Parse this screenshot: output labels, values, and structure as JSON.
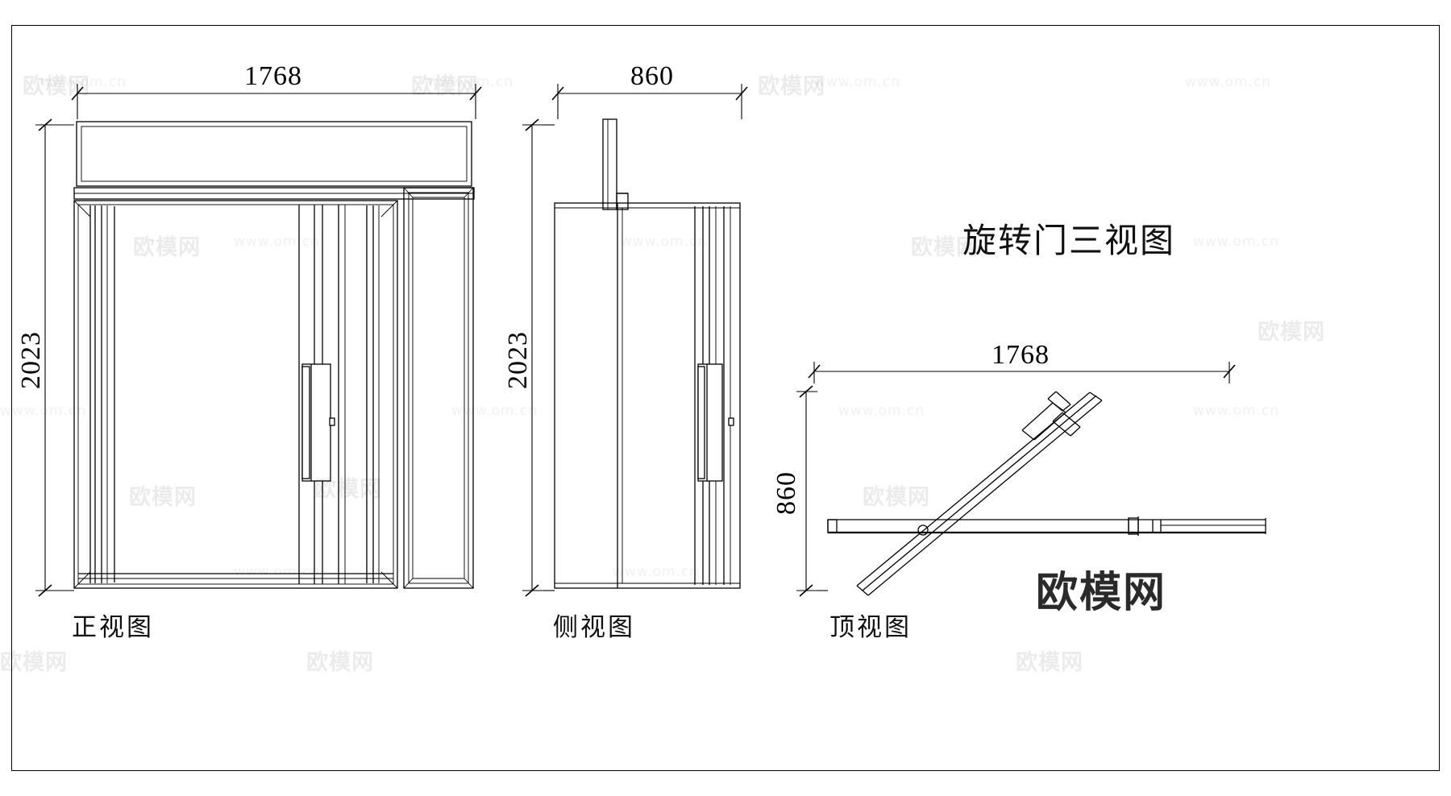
{
  "document": {
    "title": "旋转门三视图",
    "sheet_border_color": "#000000",
    "line_color": "#000000",
    "background": "#ffffff"
  },
  "views": [
    {
      "id": "front",
      "label": "正视图",
      "width_dimension": "1768",
      "height_dimension": "2023"
    },
    {
      "id": "side",
      "label": "侧视图",
      "width_dimension": "860",
      "height_dimension": "2023"
    },
    {
      "id": "top",
      "label": "顶视图",
      "width_dimension": "1768",
      "height_dimension": "860"
    }
  ],
  "dimensions": {
    "front_width": "1768",
    "front_height": "2023",
    "side_width": "860",
    "side_height": "2023",
    "top_width": "1768",
    "top_depth": "860"
  },
  "watermarks": {
    "url": "www.om.cn",
    "brand_cjk": "欧模网",
    "logo": "欧模网"
  }
}
